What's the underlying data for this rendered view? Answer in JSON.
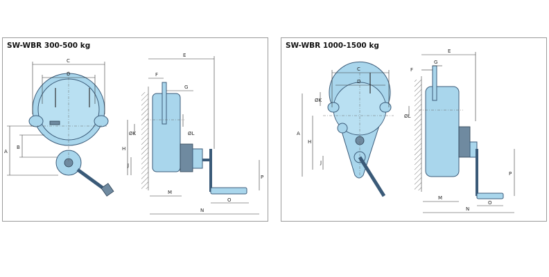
{
  "panels": [
    {
      "title": "SW-WBR 300-500 kg",
      "dims": {
        "A": "A",
        "B": "B",
        "C": "C",
        "D": "D",
        "E": "E",
        "F": "F",
        "G": "G",
        "H": "H",
        "J": "J",
        "K": "ØK",
        "L": "ØL",
        "M": "M",
        "N": "N",
        "O": "O",
        "P": "P"
      }
    },
    {
      "title": "SW-WBR 1000-1500 kg",
      "dims": {
        "A": "A",
        "C": "C",
        "D": "D",
        "E": "E",
        "F": "F",
        "G": "G",
        "H": "H",
        "J": "J",
        "K": "ØK",
        "L": "ØL",
        "M": "M",
        "N": "N",
        "O": "O",
        "P": "P"
      }
    }
  ],
  "colors": {
    "body": "#a9d6ec",
    "outline": "#3a5a78",
    "frame": "#9a9a9a"
  }
}
